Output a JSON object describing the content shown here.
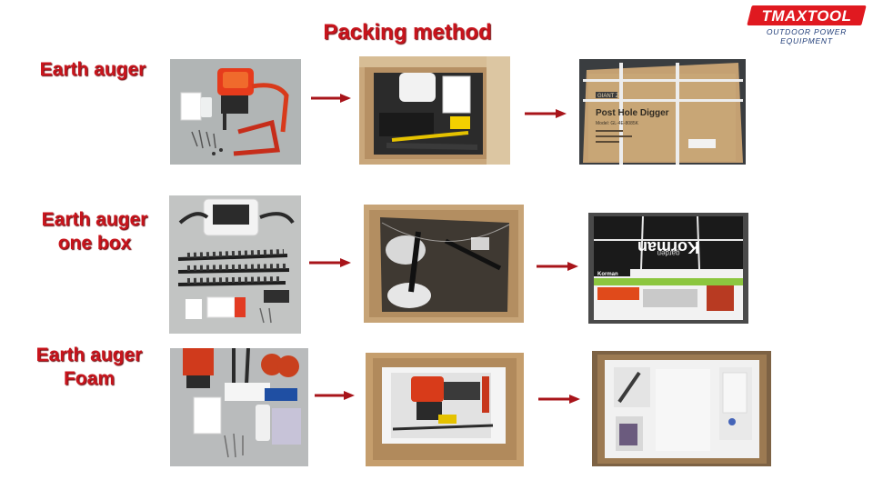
{
  "slide": {
    "title": "Packing method",
    "logo": {
      "name": "TMAXTOOL",
      "tagline": "OUTDOOR POWER EQUIPMENT",
      "color": "#e01920"
    },
    "accent_color": "#c8141c",
    "rows": [
      {
        "label_lines": [
          "Earth auger"
        ],
        "photos": [
          {
            "kind": "parts-laid-out"
          },
          {
            "kind": "parts-in-carton"
          },
          {
            "kind": "sealed-carton",
            "box_text": [
              "GIANT Z",
              "Post Hole Digger",
              "Model: GL-4E-8085K"
            ]
          }
        ]
      },
      {
        "label_lines": [
          "Earth auger",
          "one box"
        ],
        "photos": [
          {
            "kind": "auger-bits-laid-out"
          },
          {
            "kind": "parts-bagged-in-carton"
          },
          {
            "kind": "printed-retail-box",
            "box_text": [
              "Korman",
              "garden",
              "Korman"
            ]
          }
        ]
      },
      {
        "label_lines": [
          "Earth auger",
          "Foam"
        ],
        "photos": [
          {
            "kind": "accessories-laid-out"
          },
          {
            "kind": "engine-in-foam"
          },
          {
            "kind": "foam-insert-open"
          }
        ]
      }
    ]
  }
}
